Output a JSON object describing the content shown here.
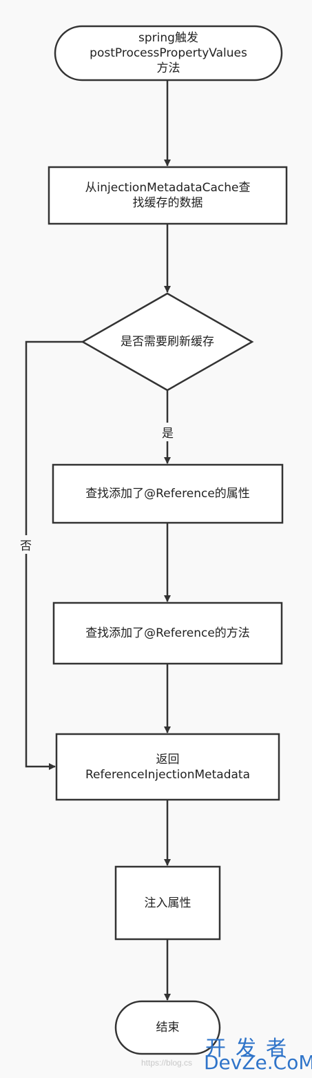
{
  "nodes": {
    "start": {
      "lines": [
        "spring触发",
        "postProcessPropertyValues",
        "方法"
      ]
    },
    "find_cache": {
      "lines": [
        "从injectionMetadataCache查",
        "找缓存的数据"
      ]
    },
    "decision": {
      "text": "是否需要刷新缓存"
    },
    "find_fields": {
      "text": "查找添加了@Reference的属性"
    },
    "find_methods": {
      "text": "查找添加了@Reference的方法"
    },
    "return_meta": {
      "lines": [
        "返回",
        "ReferenceInjectionMetadata"
      ]
    },
    "inject": {
      "text": "注入属性"
    },
    "end": {
      "text": "结束"
    }
  },
  "edges": {
    "yes_label": "是",
    "no_label": "否"
  },
  "watermark": {
    "url": "https://blog.cs",
    "brand_cn": "开发者",
    "brand_en": "DevZe.CoM"
  },
  "colors": {
    "stroke": "#333333",
    "fill": "#ffffff",
    "background": "#f9f9f9",
    "watermark": "#2f74c9"
  }
}
